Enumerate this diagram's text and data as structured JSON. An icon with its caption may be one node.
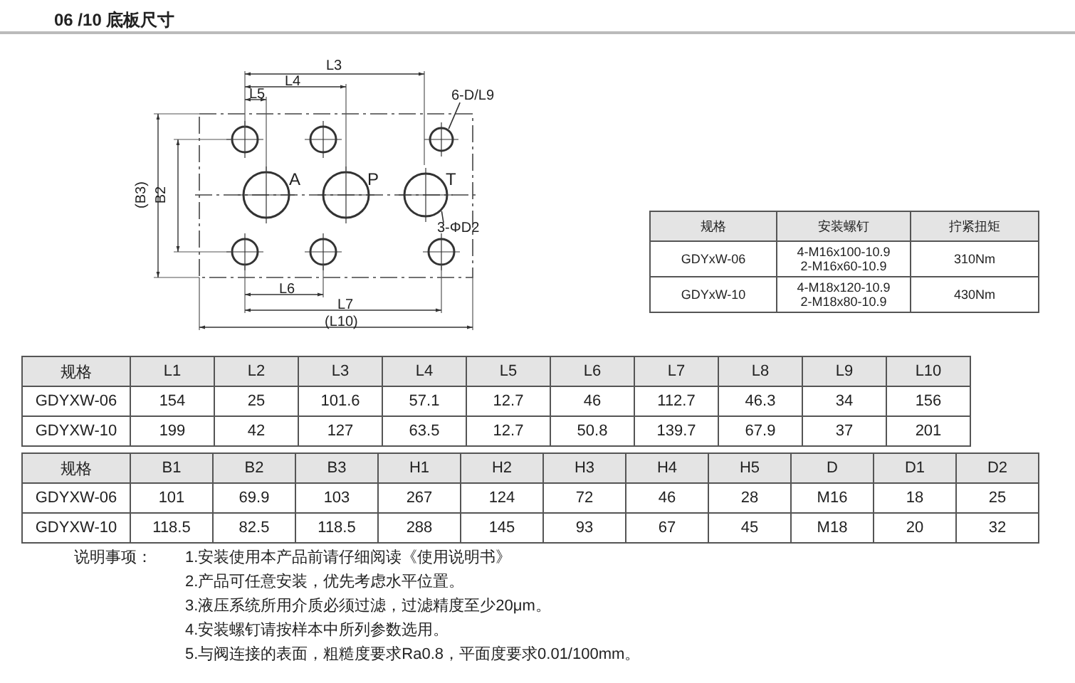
{
  "diagram": {
    "title": "06 /10 底板尺寸",
    "nodes": [
      {
        "text": [
          "6-D/L9"
        ]
      },
      {
        "text": [],
        "shape": "circle"
      },
      {
        "text": [
          "3-ΦD2"
        ]
      },
      {
        "text": [],
        "shape": "circle"
      }
    ],
    "edges": [
      {
        "from": 0,
        "to": 1,
        "arrow": "none"
      },
      {
        "from": 2,
        "to": 3,
        "arrow": "none"
      }
    ],
    "labels": [
      "L3",
      "L4",
      "L5",
      "(B3)",
      "B2",
      "A",
      "P",
      "T",
      "L6",
      "L7",
      "(L10)",
      "规格",
      "安装螺钉",
      "拧紧扭矩",
      "GDYxW-06",
      "4-M16x100-10.9 2-M16x60-10.9",
      "310Nm",
      "GDYxW-10",
      "4-M18x120-10.9 2-M18x80-10.9",
      "430Nm",
      "规格",
      "L1",
      "L2",
      "L3",
      "L4",
      "L5",
      "L6",
      "L7",
      "L8",
      "L9",
      "L10",
      "GDYXW-06",
      "154",
      "25",
      "101.6",
      "57.1",
      "12.7",
      "46",
      "112.7",
      "46.3",
      "34",
      "156",
      "GDYXW-10",
      "199",
      "42",
      "127",
      "63.5",
      "12.7",
      "50.8",
      "139.7",
      "67.9",
      "37",
      "201",
      "规格",
      "B1",
      "B2",
      "B3",
      "H1",
      "H2",
      "H3",
      "H4",
      "H5",
      "D",
      "D1",
      "D2",
      "GDYXW-06",
      "101",
      "69.9",
      "103",
      "267",
      "124",
      "72",
      "46",
      "28",
      "M16",
      "18",
      "25",
      "GDYXW-10",
      "118.5",
      "82.5",
      "118.5",
      "288",
      "145",
      "93",
      "67",
      "45",
      "M18",
      "20",
      "32",
      "说明事项：",
      "1.安装使用本产品前请仔细阅读《使用说明书》",
      "2.产品可任意安装，优先考虑水平位置。",
      "3.液压系统所用介质必须过滤，过滤精度至少20μm。",
      "4.安装螺钉请按样本中所列参数选用。",
      "5.与阀连接的表面，粗糙度要求Ra0.8，平面度要求0.01/100mm。"
    ]
  }
}
